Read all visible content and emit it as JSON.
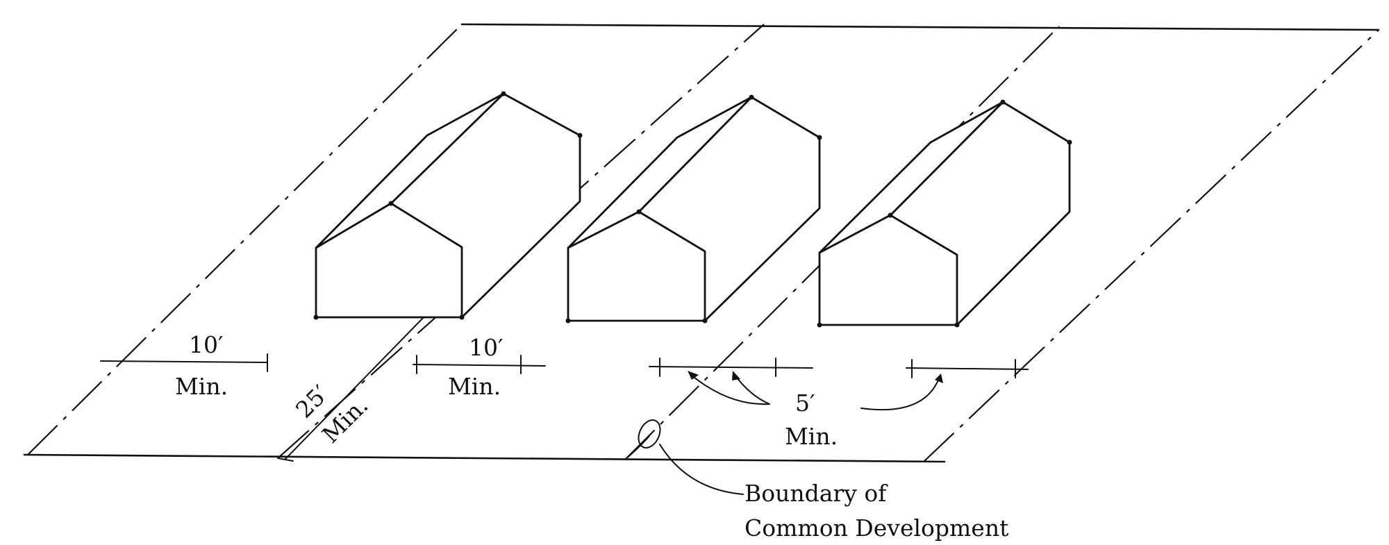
{
  "labels": {
    "side_setback_value": "10′",
    "side_setback_unit": "Min.",
    "between_setback_value": "10′",
    "between_setback_unit": "Min.",
    "front_setback_value": "25′",
    "front_setback_unit": "Min.",
    "common_setback_value": "5′",
    "common_setback_unit": "Min.",
    "boundary_line1": "Boundary of",
    "boundary_line2": "Common Development"
  }
}
